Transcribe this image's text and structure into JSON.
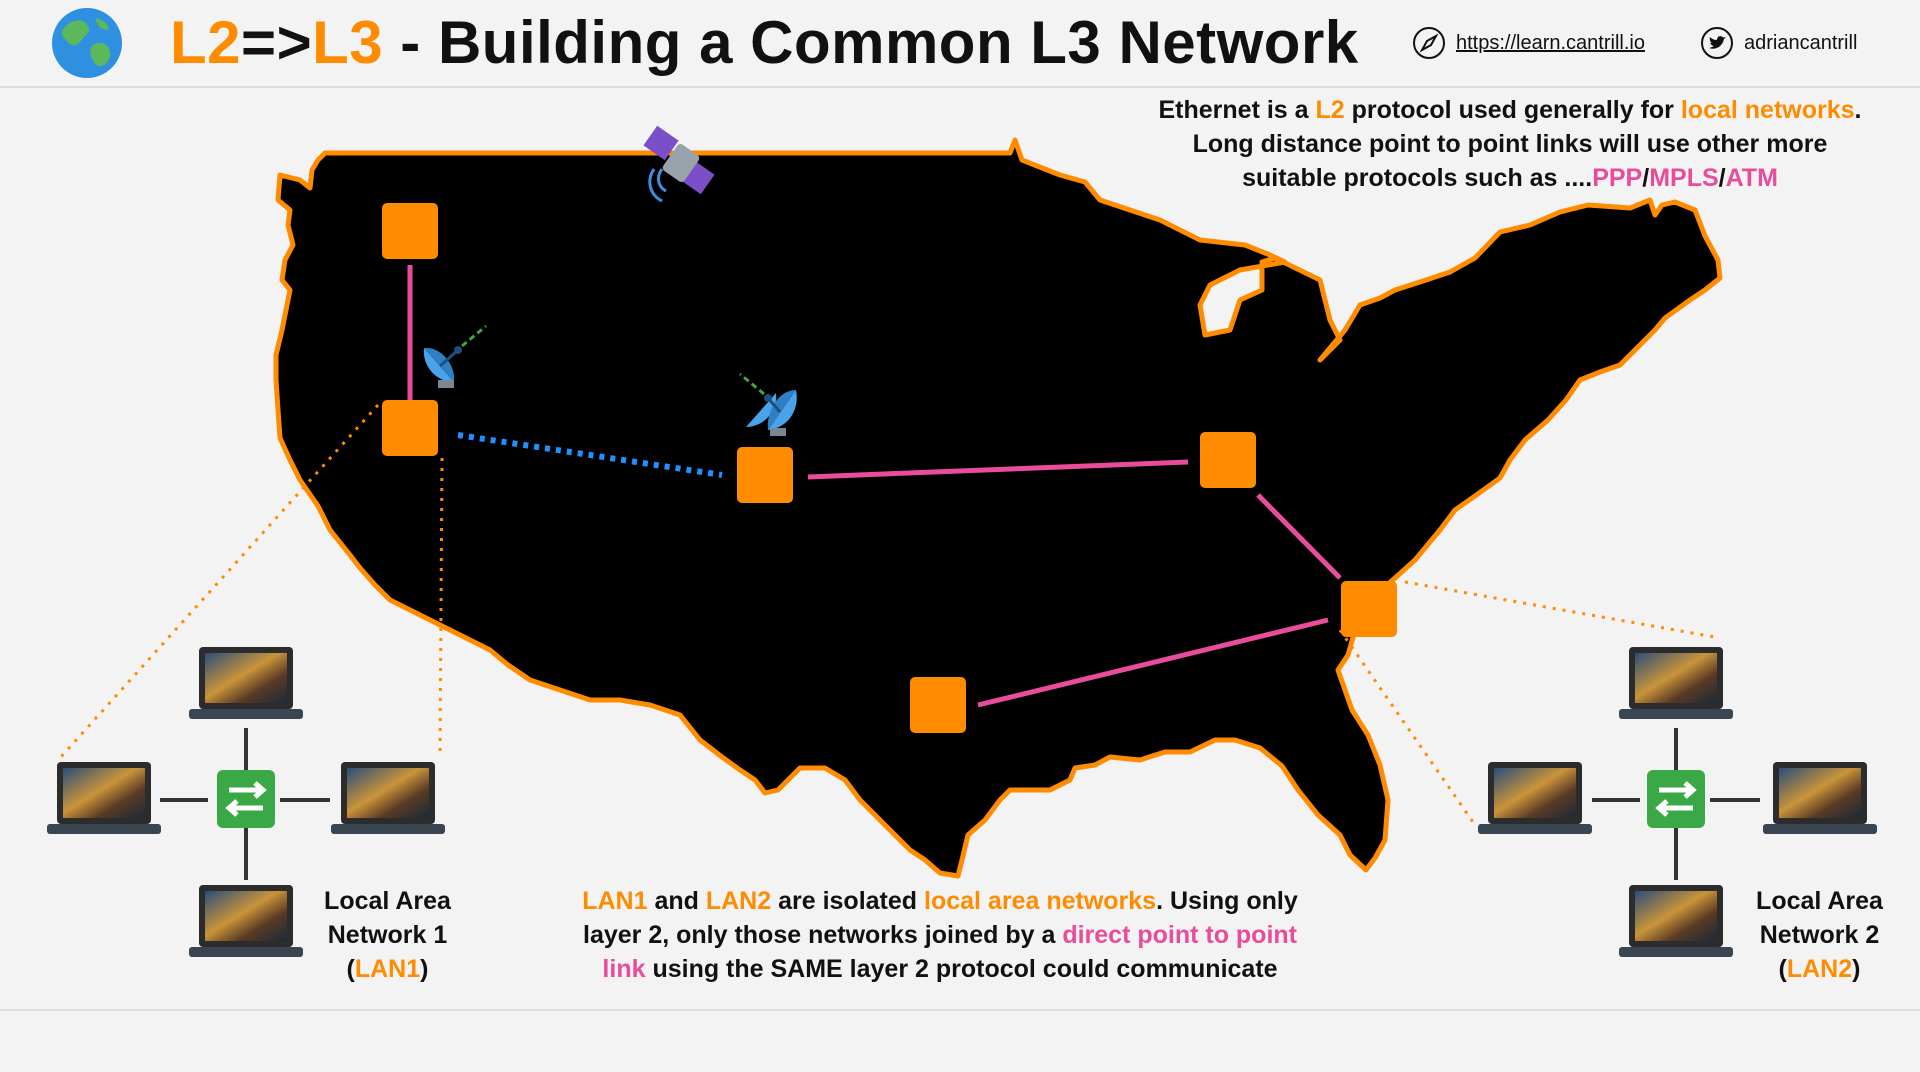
{
  "header": {
    "title_l2": "L2",
    "title_arrow": "=>",
    "title_l3": "L3",
    "title_rest": " - Building a Common L3 Network",
    "url": "https://learn.cantrill.io",
    "twitter": "adriancantrill"
  },
  "note_top": {
    "line1_a": "Ethernet is a ",
    "line1_l2": "L2",
    "line1_b": " protocol used generally for ",
    "line1_local": "local networks",
    "line1_c": ".",
    "line2": "Long distance point to point links will use other more",
    "line3_a": "suitable protocols such as ....",
    "ppp": "PPP",
    "slash1": "/",
    "mpls": "MPLS",
    "slash2": "/",
    "atm": "ATM"
  },
  "note_bottom": {
    "lan1": "LAN1",
    "and": " and ",
    "lan2": "LAN2",
    "a": " are isolated ",
    "local": "local area networks",
    "b": ". Using only",
    "c": "layer 2, only those networks joined by a ",
    "direct": "direct point to point",
    "link": "link",
    "d": " using the SAME layer 2 protocol could communicate"
  },
  "lan1_label": {
    "line1": "Local Area",
    "line2": "Network 1",
    "open": "(",
    "code": "LAN1",
    "close": ")"
  },
  "lan2_label": {
    "line1": "Local Area",
    "line2": "Network 2",
    "open": "(",
    "code": "LAN2",
    "close": ")"
  },
  "colors": {
    "orange": "#ff8c00",
    "pink": "#e84c9b",
    "blue_dotted": "#1e90ff",
    "map_fill": "#000000",
    "map_outline": "#ff8c00",
    "switch_green": "#3aa845"
  },
  "icons": [
    "globe-icon",
    "compass-icon",
    "twitter-icon",
    "satellite-icon",
    "satellite-dish-icon",
    "laptop-icon",
    "network-switch-icon"
  ]
}
